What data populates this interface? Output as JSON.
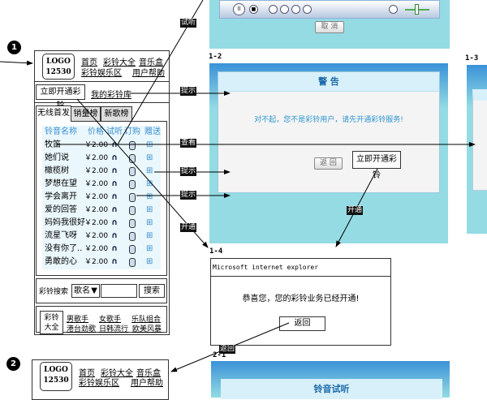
{
  "labels": {
    "p1": "1",
    "p2": "2",
    "s12": "1-2",
    "s13": "1-3",
    "s14": "1-4",
    "s21": "2-1"
  },
  "header": {
    "logo_line1": "LOGO",
    "logo_line2": "12530",
    "nav": [
      "首页",
      "彩铃大全",
      "音乐盒",
      "彩铃娱乐区",
      "用户帮助"
    ]
  },
  "actions": {
    "open_button": "立即开通彩铃",
    "my_library": "我的彩铃库"
  },
  "tabs": [
    "无线首发",
    "销量榜",
    "新歌榜"
  ],
  "table": {
    "headers": [
      "铃音名称",
      "价格",
      "试听",
      "订购",
      "赠送"
    ],
    "rows": [
      [
        "牧笛",
        "￥2.00"
      ],
      [
        "她们说",
        "￥2.00"
      ],
      [
        "橄榄树",
        "￥2.00"
      ],
      [
        "梦想在望",
        "￥2.00"
      ],
      [
        "学会离开",
        "￥2.00"
      ],
      [
        "爱的回答",
        "￥2.00"
      ],
      [
        "妈妈我很好",
        "￥2.00"
      ],
      [
        "流星飞呀",
        "￥2.00"
      ],
      [
        "没有你了..",
        "￥2.00"
      ],
      [
        "勇敢的心",
        "￥2.00"
      ]
    ]
  },
  "search": {
    "label": "彩铃搜索",
    "select": "歌名",
    "input": "",
    "button": "搜索"
  },
  "categories": {
    "title": "彩铃大全",
    "links": [
      "男歌手",
      "女歌手",
      "乐队组合",
      "港台劲歌",
      "日韩流行",
      "欧美风暴"
    ]
  },
  "annotations": [
    "试听",
    "提示",
    "查看",
    "提示",
    "提示",
    "开通",
    "开通",
    "返回"
  ],
  "player": {
    "cancel": "取 消"
  },
  "warning": {
    "title": "警 告",
    "message": "对不起，您不是彩铃用户，请先开通彩铃服务!",
    "back": "返 回",
    "open": "立即开通彩铃"
  },
  "ie_dialog": {
    "title": "Microsoft internet explorer",
    "message": "恭喜您，您的彩铃业务已经开通!",
    "back": "返回"
  },
  "listen_panel": {
    "title": "铃音试听"
  }
}
